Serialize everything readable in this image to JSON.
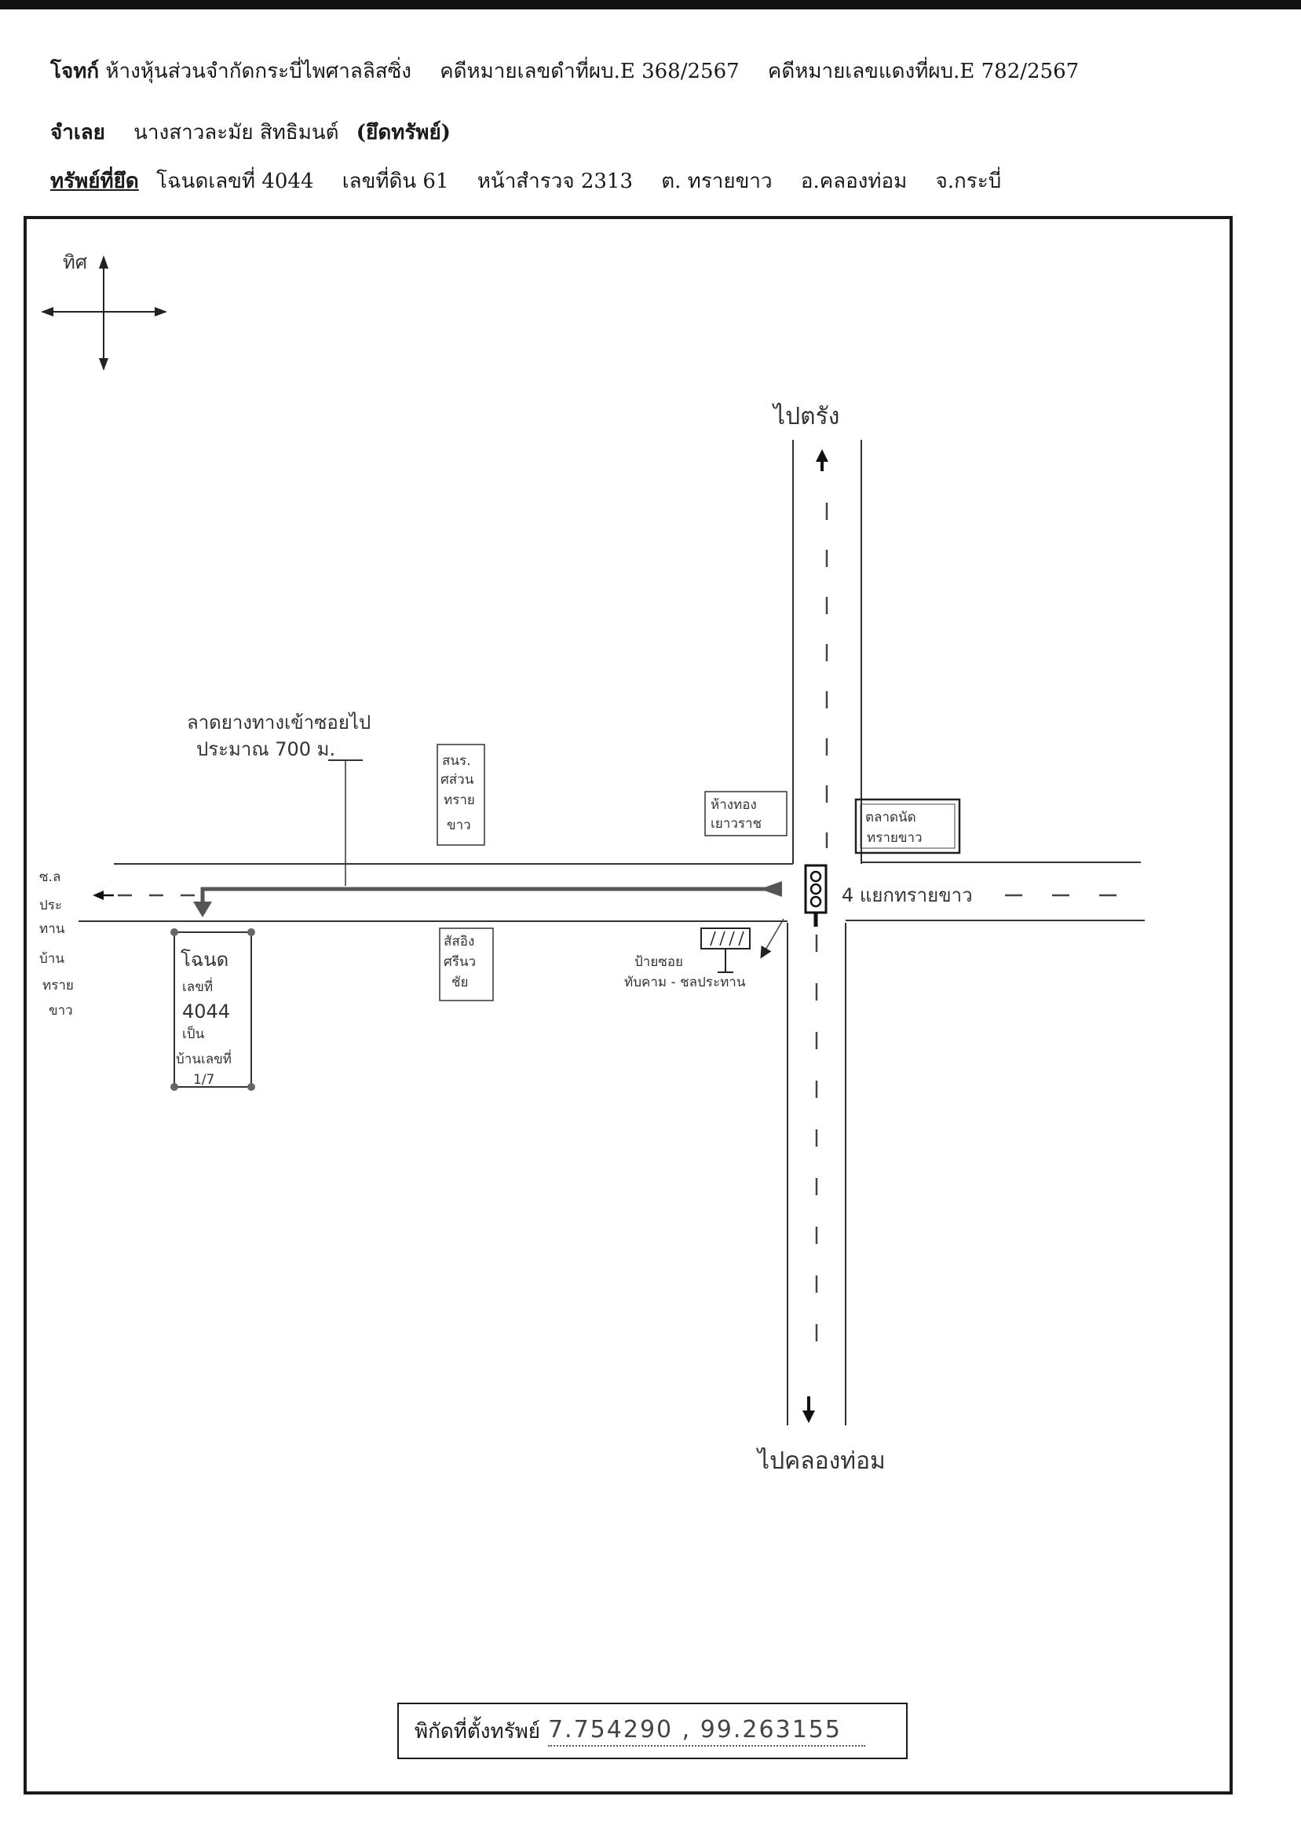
{
  "header": {
    "plaintiff_label": "โจทก์",
    "plaintiff_name": "ห้างหุ้นส่วนจำกัดกระบี่ไพศาลลิสซิ่ง",
    "black_case": "คดีหมายเลขดำที่ผบ.E 368/2567",
    "red_case": "คดีหมายเลขแดงที่ผบ.E 782/2567",
    "defendant_label": "จำเลย",
    "defendant_name": "นางสาวละมัย สิทธิมนต์",
    "seizure_tag": "(ยึดทรัพย์)",
    "property_label": "ทรัพย์ที่ยึด",
    "deed": "โฉนดเลขที่ 4044",
    "land_no": "เลขที่ดิน 61",
    "survey_page": "หน้าสำรวจ 2313",
    "subdistrict": "ต. ทรายขาว",
    "district": "อ.คลองท่อม",
    "province": "จ.กระบี่"
  },
  "map": {
    "compass_label": "ทิศ",
    "north_destination": "ไปตรัง",
    "south_destination": "ไปคลองท่อม",
    "intersection_label": "4 แยกทรายขาว",
    "west_destination_lines": [
      "ซ.ล",
      "ประ",
      "ทาน",
      "บ้าน",
      "ทราย",
      "ขาว"
    ],
    "route_note_line1": "ลาดยางทางเข้าซอยไป",
    "route_note_line2": "ประมาณ 700 ม.",
    "landmark_osor_lines": [
      "สนร.",
      "ศส่วน",
      "ทราย",
      "ขาว"
    ],
    "landmark_shop_lines": [
      "ห้างทอง",
      "เยาวราช"
    ],
    "landmark_market_lines": [
      "ตลาดนัด",
      "ทรายขาว"
    ],
    "landmark_south_lines": [
      "สัสอิง",
      "ศรีนว",
      "ชัย"
    ],
    "sign_lines": [
      "ป้ายซอย",
      "ทับคาม - ชลประทาน"
    ],
    "parcel_lines": [
      "โฉนด",
      "เลขที่",
      "4044",
      "เป็น",
      "บ้านเลขที่",
      "1/7"
    ]
  },
  "coordinates": {
    "label": "พิกัดที่ตั้งทรัพย์",
    "value": "7.754290 , 99.263155"
  }
}
